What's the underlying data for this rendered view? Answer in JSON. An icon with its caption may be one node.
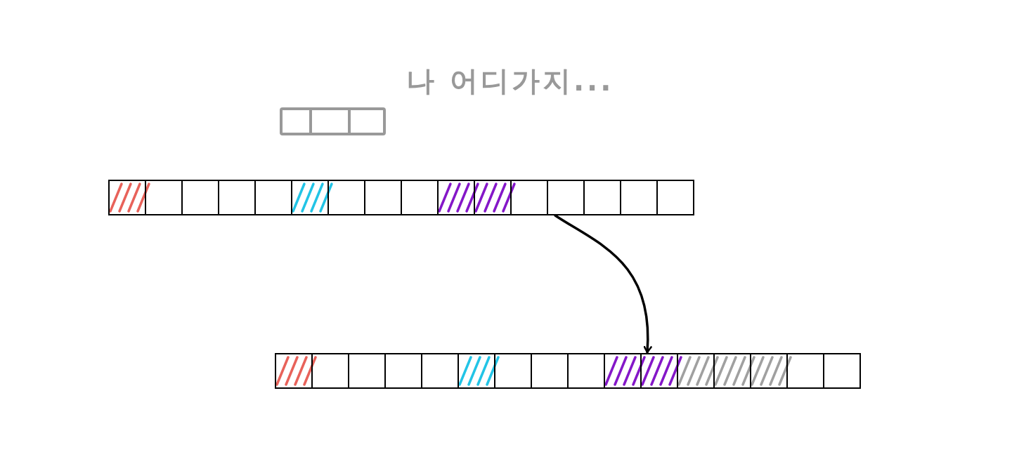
{
  "diagram": {
    "nodes": [
      {
        "text": [],
        "shape": "bar"
      },
      {
        "text": [],
        "shape": "bar"
      }
    ],
    "edges": [
      {
        "from": 0,
        "to": 1,
        "arrow": "to"
      }
    ],
    "labels": [
      "나 어디가지..."
    ]
  }
}
